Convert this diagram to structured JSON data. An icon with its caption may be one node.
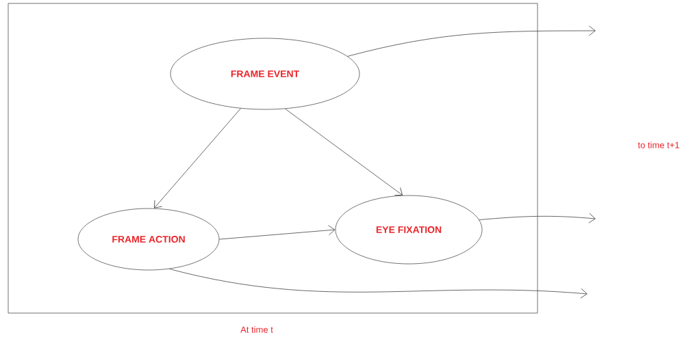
{
  "diagram": {
    "nodes": [
      {
        "text": [
          "At time t"
        ]
      },
      {
        "text": [
          "FRAME EVENT"
        ],
        "in": 0
      },
      {
        "text": [
          "FRAME ACTION"
        ],
        "in": 0
      },
      {
        "text": [
          "EYE FIXATION"
        ],
        "in": 0
      }
    ],
    "edges": [
      {
        "from": 1,
        "to": 2,
        "arrow": "to"
      },
      {
        "from": 1,
        "to": 3,
        "arrow": "to"
      },
      {
        "from": 2,
        "to": 3,
        "arrow": "to"
      },
      {
        "from": 1,
        "to": null,
        "arrow": "to"
      },
      {
        "from": 3,
        "to": null,
        "arrow": "to"
      },
      {
        "from": 2,
        "to": null,
        "arrow": "to"
      }
    ],
    "labels": [
      "to time t+1"
    ]
  }
}
